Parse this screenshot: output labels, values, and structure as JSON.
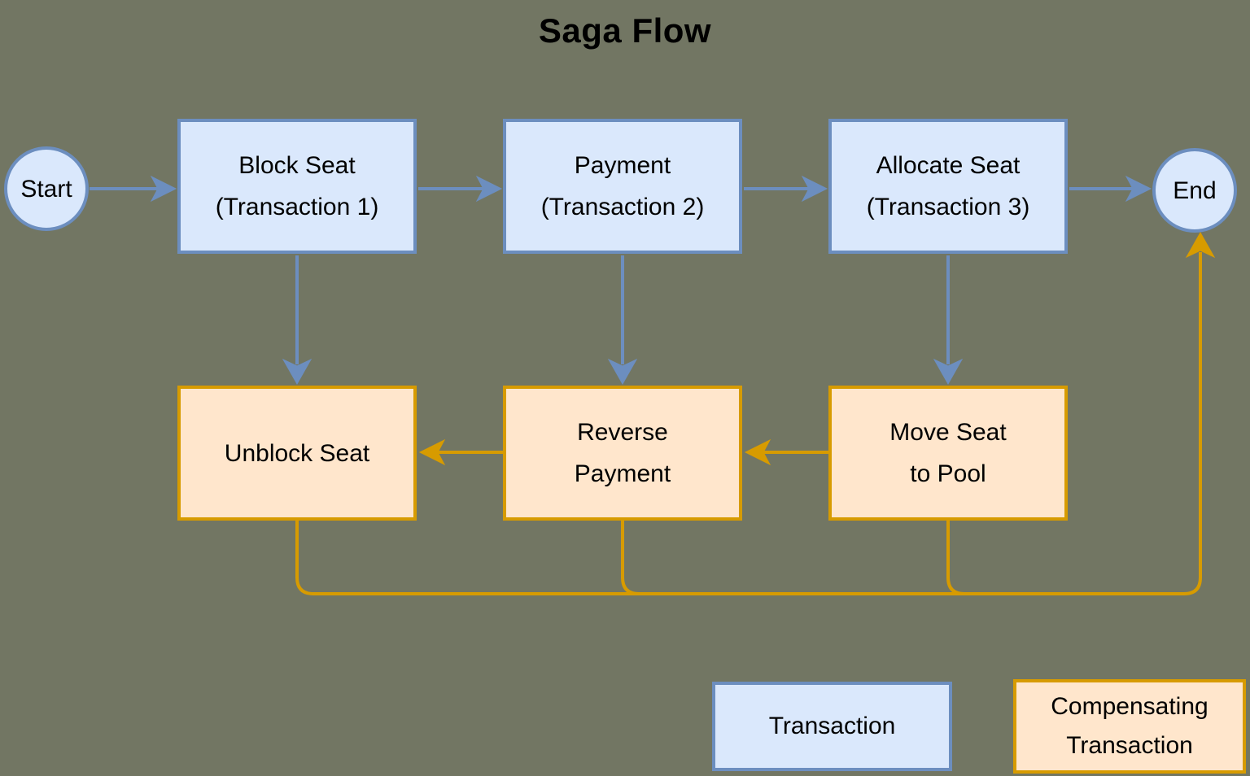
{
  "title": "Saga Flow",
  "terminals": {
    "start": "Start",
    "end": "End"
  },
  "transactions": [
    {
      "line1": "Block Seat",
      "line2": "(Transaction 1)"
    },
    {
      "line1": "Payment",
      "line2": "(Transaction 2)"
    },
    {
      "line1": "Allocate Seat",
      "line2": "(Transaction 3)"
    }
  ],
  "compensations": [
    {
      "line1": "Unblock Seat",
      "line2": ""
    },
    {
      "line1": "Reverse",
      "line2": "Payment"
    },
    {
      "line1": "Move Seat",
      "line2": "to Pool"
    }
  ],
  "legend": {
    "transaction": "Transaction",
    "compensating": {
      "line1": "Compensating",
      "line2": "Transaction"
    }
  },
  "colors": {
    "background": "#727663",
    "transaction_fill": "#dae8fc",
    "transaction_border": "#6c8ebf",
    "compensation_fill": "#ffe6cc",
    "compensation_border": "#d79b00",
    "text": "#000000"
  }
}
